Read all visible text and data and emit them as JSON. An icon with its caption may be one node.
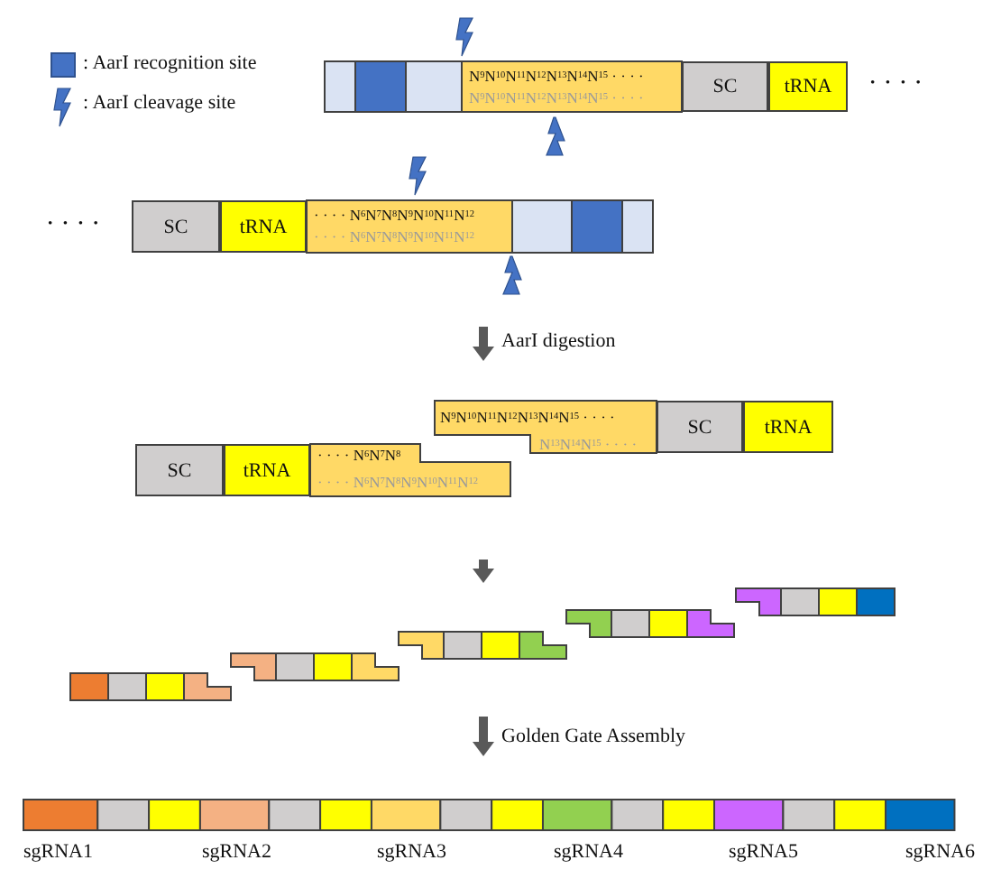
{
  "diagram": {
    "nodes": [
      {
        "text": [
          "N$^{9}$N$^{10}$N$^{11}$N$^{12}$N$^{13}$N$^{14}$N$^{15}$ · · · ·",
          "N$^{9}$N$^{10}$N$^{11}$N$^{12}$N$^{13}$N$^{14}$N$^{15}$ · · · ·"
        ]
      },
      {
        "text": [
          "SC"
        ]
      },
      {
        "text": [
          "tRNA"
        ]
      },
      {
        "text": [
          "SC"
        ]
      },
      {
        "text": [
          "tRNA"
        ]
      },
      {
        "text": [
          "· · · · N$^{6}$N$^{7}$N$^{8}$N$^{9}$N$^{10}$N$^{11}$N$^{12}$",
          "· · · · N$^{6}$N$^{7}$N$^{8}$N$^{9}$N$^{10}$N$^{11}$N$^{12}$"
        ]
      },
      {
        "text": [
          "N$^{9}$N$^{10}$N$^{11}$N$^{12}$N$^{13}$N$^{14}$N$^{15}$ · · · ·",
          "N$^{13}$N$^{14}$N$^{15}$ · · · ·"
        ]
      },
      {
        "text": [
          "SC"
        ]
      },
      {
        "text": [
          "tRNA"
        ]
      },
      {
        "text": [
          "SC"
        ]
      },
      {
        "text": [
          "tRNA"
        ]
      },
      {
        "text": [
          "· · · · N$^{6}$N$^{7}$N$^{8}$",
          "· · · · N$^{6}$N$^{7}$N$^{8}$N$^{9}$N$^{10}$N$^{11}$N$^{12}$"
        ]
      }
    ],
    "labels": [
      "· · · ·",
      "· · · ·",
      "AarI digestion",
      "Golden Gate Assembly",
      "sgRNA1",
      "sgRNA2",
      "sgRNA3",
      "sgRNA4",
      "sgRNA5",
      "sgRNA6"
    ],
    "legend": [
      {
        "text": ": AarI recognition site",
        "color": "#4472c4"
      },
      {
        "text": ": AarI cleavage site"
      }
    ]
  }
}
